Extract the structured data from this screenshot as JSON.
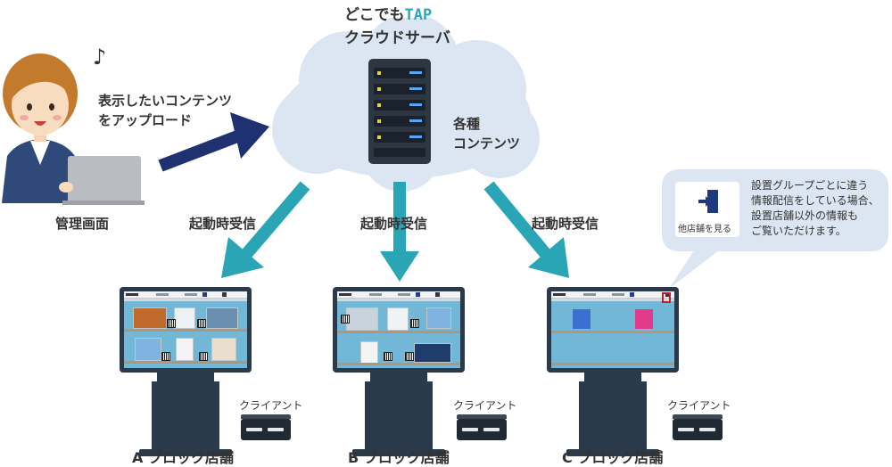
{
  "cloud": {
    "brand_prefix": "どこでも",
    "brand_suffix": "TAP",
    "subtitle": "クラウドサーバ",
    "contents_line1": "各種",
    "contents_line2": "コンテンツ"
  },
  "admin": {
    "upload_line1": "表示したいコンテンツ",
    "upload_line2": "をアップロード",
    "label": "管理画面",
    "note_glyph": "♪"
  },
  "arrows": {
    "left_label": "起動時受信",
    "center_label": "起動時受信",
    "right_label": "起動時受信"
  },
  "stores": [
    {
      "label": "A ブロック店舗",
      "client_label": "クライアント"
    },
    {
      "label": "B ブロック店舗",
      "client_label": "クライアント"
    },
    {
      "label": "C ブロック店舗",
      "client_label": "クライアント"
    }
  ],
  "bubble": {
    "button_label": "他店舗を見る",
    "text_line1": "設置グループごとに違う",
    "text_line2": "情報配信をしている場合、",
    "text_line3": "設置店舗以外の情報も",
    "text_line4": "ご覧いただけます。"
  },
  "colors": {
    "cloud": "#dce6f2",
    "teal_arrow": "#2aa5b5",
    "navy_arrow": "#1f3170",
    "kiosk": "#2b3a4a",
    "brand_accent": "#29a9c4"
  }
}
